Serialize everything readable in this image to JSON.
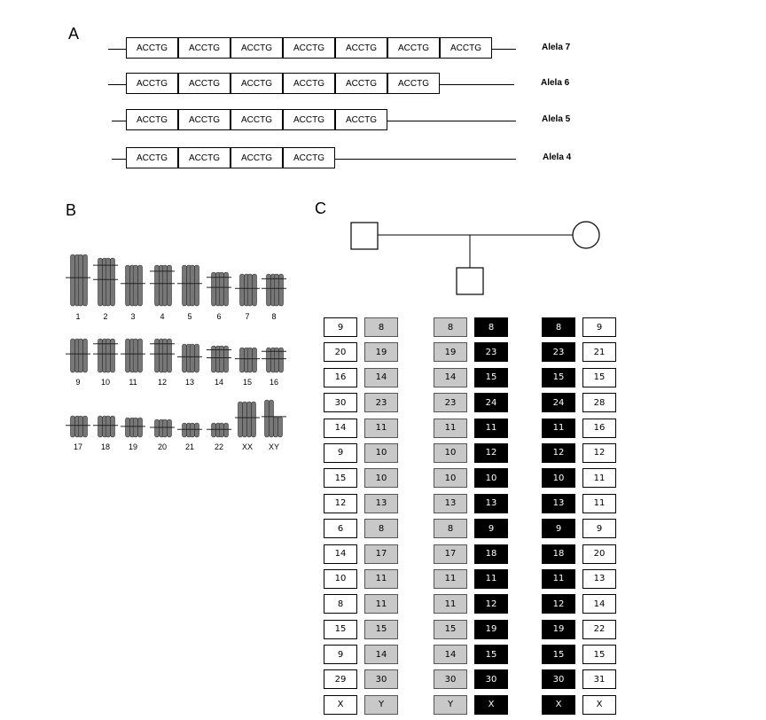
{
  "panel_labels": {
    "a": "A",
    "b": "B",
    "c": "C"
  },
  "panel_a": {
    "repeat_unit": "ACCTG",
    "alleles": [
      {
        "name": "Alela 7",
        "repeats": 7
      },
      {
        "name": "Alela 6",
        "repeats": 6
      },
      {
        "name": "Alela 5",
        "repeats": 5
      },
      {
        "name": "Alela 4",
        "repeats": 4
      }
    ]
  },
  "panel_b": {
    "chromosome_labels": [
      [
        "1",
        "2",
        "3",
        "4",
        "5",
        "6",
        "7",
        "8"
      ],
      [
        "9",
        "10",
        "11",
        "12",
        "13",
        "14",
        "15",
        "16"
      ],
      [
        "17",
        "18",
        "19",
        "20",
        "21",
        "22",
        "XX",
        "XY"
      ]
    ]
  },
  "panel_c": {
    "pedigree": {
      "father": "square",
      "mother": "circle",
      "child": "square"
    },
    "columns": [
      {
        "style": "white",
        "values": [
          "9",
          "20",
          "16",
          "30",
          "14",
          "9",
          "15",
          "12",
          "6",
          "14",
          "10",
          "8",
          "15",
          "9",
          "29",
          "X"
        ]
      },
      {
        "style": "gray",
        "values": [
          "8",
          "19",
          "14",
          "23",
          "11",
          "10",
          "10",
          "13",
          "8",
          "17",
          "11",
          "11",
          "15",
          "14",
          "30",
          "Y"
        ]
      },
      {
        "style": "gray",
        "values": [
          "8",
          "19",
          "14",
          "23",
          "11",
          "10",
          "10",
          "13",
          "8",
          "17",
          "11",
          "11",
          "15",
          "14",
          "30",
          "Y"
        ]
      },
      {
        "style": "black",
        "values": [
          "8",
          "23",
          "15",
          "24",
          "11",
          "12",
          "10",
          "13",
          "9",
          "18",
          "11",
          "12",
          "19",
          "15",
          "30",
          "X"
        ]
      },
      {
        "style": "black",
        "values": [
          "8",
          "23",
          "15",
          "24",
          "11",
          "12",
          "10",
          "13",
          "9",
          "18",
          "11",
          "12",
          "19",
          "15",
          "30",
          "X"
        ]
      },
      {
        "style": "white",
        "values": [
          "9",
          "21",
          "15",
          "28",
          "16",
          "12",
          "11",
          "11",
          "9",
          "20",
          "13",
          "14",
          "22",
          "15",
          "31",
          "X"
        ]
      }
    ]
  }
}
